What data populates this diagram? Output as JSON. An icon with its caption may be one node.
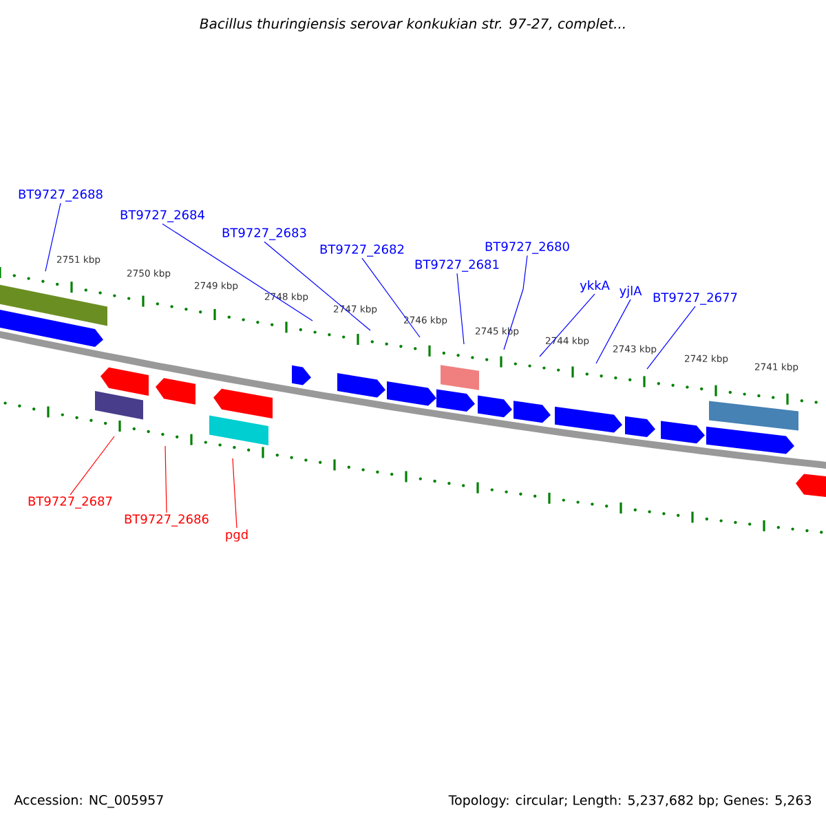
{
  "diagram": {
    "title": "Bacillus thuringiensis serovar konkukian str. 97-27, complet...",
    "nodes": [
      {
        "text": [
          "BT9727_2688"
        ]
      },
      {
        "text": [
          "BT9727_2684"
        ]
      },
      {
        "text": [
          "BT9727_2683"
        ]
      },
      {
        "text": [
          "BT9727_2682"
        ]
      },
      {
        "text": [
          "BT9727_2681"
        ]
      },
      {
        "text": [
          "BT9727_2680"
        ]
      },
      {
        "text": [
          "ykkA"
        ]
      },
      {
        "text": [
          "yjlA"
        ]
      },
      {
        "text": [
          "BT9727_2677"
        ]
      },
      {
        "text": [
          "BT9727_2687"
        ]
      },
      {
        "text": [
          "BT9727_2686"
        ]
      },
      {
        "text": [
          "pgd"
        ]
      }
    ],
    "edges": [
      {
        "from": 0,
        "to": null,
        "arrow": "none"
      },
      {
        "from": 1,
        "to": null,
        "arrow": "none"
      },
      {
        "from": 2,
        "to": null,
        "arrow": "none"
      },
      {
        "from": 3,
        "to": null,
        "arrow": "none"
      },
      {
        "from": 4,
        "to": null,
        "arrow": "none"
      },
      {
        "from": 5,
        "to": null,
        "arrow": "none"
      },
      {
        "from": 6,
        "to": null,
        "arrow": "none"
      },
      {
        "from": 7,
        "to": null,
        "arrow": "none"
      },
      {
        "from": 8,
        "to": null,
        "arrow": "none"
      },
      {
        "from": 9,
        "to": null,
        "arrow": "none",
        "color": "#ff0000"
      },
      {
        "from": 10,
        "to": null,
        "arrow": "none",
        "color": "#ff0000"
      },
      {
        "from": 11,
        "to": null,
        "arrow": "none",
        "color": "#ff0000"
      }
    ],
    "labels": [
      "2751 kbp",
      "2750 kbp",
      "2749 kbp",
      "2748 kbp",
      "2747 kbp",
      "2746 kbp",
      "2745 kbp",
      "2744 kbp",
      "2743 kbp",
      "2742 kbp",
      "2741 kbp",
      "Accession: NC_005957",
      "Topology: circular; Length: 5,237,682 bp; Genes: 5,263"
    ]
  }
}
